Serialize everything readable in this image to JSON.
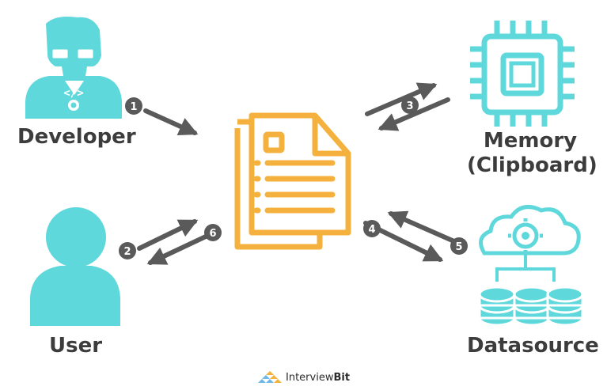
{
  "nodes": {
    "developer": "Developer",
    "user": "User",
    "memory": [
      "Memory",
      "(Clipboard)"
    ],
    "datasource": "Datasource"
  },
  "steps": [
    "1",
    "2",
    "3",
    "4",
    "5",
    "6"
  ],
  "brand": {
    "prefix": "Interview",
    "suffix": "Bit"
  },
  "colors": {
    "teal": "#5fd8dc",
    "orange": "#f4b13e",
    "arrow": "#5a5a5a",
    "text": "#3c3c3c"
  }
}
